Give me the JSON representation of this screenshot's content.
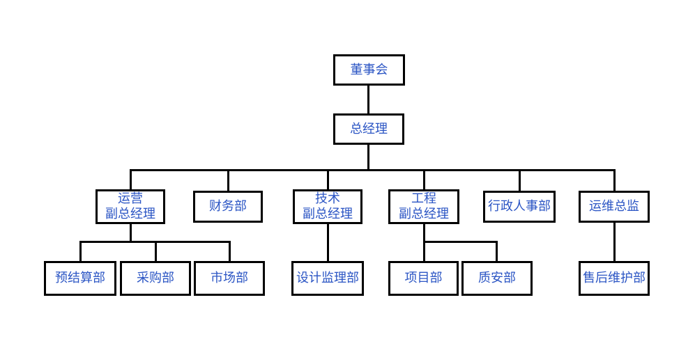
{
  "diagram": {
    "type": "org-chart",
    "background_color": "#ffffff",
    "box_border_color": "#000000",
    "connector_color": "#000000",
    "text_color": "#2b55c4",
    "nodes": [
      {
        "id": "board",
        "label": "董事会",
        "parent": null
      },
      {
        "id": "general-manager",
        "label": "总经理",
        "parent": "board"
      },
      {
        "id": "operations-deputy-gm",
        "label": "运营\n副总经理",
        "parent": "general-manager"
      },
      {
        "id": "finance-dept",
        "label": "财务部",
        "parent": "general-manager"
      },
      {
        "id": "technology-deputy-gm",
        "label": "技术\n副总经理",
        "parent": "general-manager"
      },
      {
        "id": "engineering-deputy-gm",
        "label": "工程\n副总经理",
        "parent": "general-manager"
      },
      {
        "id": "admin-hr-dept",
        "label": "行政人事部",
        "parent": "general-manager"
      },
      {
        "id": "om-director",
        "label": "运维总监",
        "parent": "general-manager"
      },
      {
        "id": "budget-settlement-dept",
        "label": "预结算部",
        "parent": "operations-deputy-gm"
      },
      {
        "id": "procurement-dept",
        "label": "采购部",
        "parent": "operations-deputy-gm"
      },
      {
        "id": "marketing-dept",
        "label": "市场部",
        "parent": "operations-deputy-gm"
      },
      {
        "id": "design-supervision-dept",
        "label": "设计监理部",
        "parent": "technology-deputy-gm"
      },
      {
        "id": "project-dept",
        "label": "项目部",
        "parent": "engineering-deputy-gm"
      },
      {
        "id": "quality-safety-dept",
        "label": "质安部",
        "parent": "engineering-deputy-gm"
      },
      {
        "id": "aftersales-maintenance-dept",
        "label": "售后维护部",
        "parent": "om-director"
      }
    ]
  }
}
